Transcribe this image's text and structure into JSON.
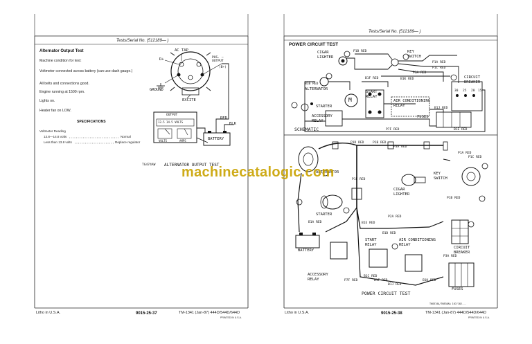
{
  "left_page": {
    "header": "Tests/Serial No. (512189—      )",
    "title": "Alternator Output Test",
    "paragraphs": [
      "Machine condition for test:",
      "Voltmeter connected across battery (can use dash gauge.)",
      "All belts and connections good.",
      "Engine running at 1500 rpm.",
      "Lights on.",
      "Heater fan on LOW."
    ],
    "specs_title": "SPECIFICATIONS",
    "specs_label": "Voltmeter Reading",
    "spec_rows": [
      {
        "range": "13.8—14.8 volts",
        "result": "Normal"
      },
      {
        "range": "Less than 13.8 volts",
        "result": "Replace regulator"
      }
    ],
    "diagram_labels": {
      "ac_tap": "AC TAP",
      "d_plus": "D+",
      "pos_output": "POS. — OUTPUT",
      "b_plus": "(B+)",
      "ground": "GROUND",
      "excite": "EXCITE",
      "output": "OUTPUT",
      "meter_scale": "13.5   14.5 VOLTS",
      "volts": "VOLTS",
      "amps": "AMPS",
      "red": "RED",
      "blk": "BLK",
      "battery": "BATTERY",
      "fig_id": "TG474AW",
      "caption": "ALTERNATOR OUTPUT TEST"
    },
    "footer_left": "Litho in U.S.A.",
    "page_number": "9015-25-37",
    "footer_right": "TM-1341 (Jan-87) 444D/544D/644D",
    "footer_small": "PRINTED IN U.S.A."
  },
  "right_page": {
    "header": "Tests/Serial No. (512189—      )",
    "title": "POWER CIRCUIT TEST",
    "schematic_labels": {
      "cigar_lighter": "CIGAR LIGHTER",
      "key_switch": "KEY SWITCH",
      "p1b_red": "P1B RED",
      "p1a_red": "P1A RED",
      "p1c_red": "P1C RED",
      "p3a_red": "P3A RED",
      "b1k_red": "B1K RED",
      "b1f_red": "B1F RED",
      "b1b_red": "B1B RED",
      "alternator": "ALTERNATOR",
      "start_relay": "START RELAY",
      "circuit_breaker": "CIRCUIT BREAKER",
      "air_relay": "AIR CONDITIONING RELAY",
      "starter": "STARTER",
      "accessory_relay": "ACCESSORY RELAY",
      "fuses": "FUSES",
      "b1j_red": "B1J RED",
      "b1e_red": "B1E RED",
      "p7f_red": "P7F RED",
      "schematic": "SCHEMATIC",
      "m": "M",
      "nums": [
        "30",
        "25",
        "20",
        "15"
      ]
    },
    "harness_labels": {
      "p1d_red": "P1D RED",
      "p1b_red": "P1B RED",
      "p1a_red": "P1A RED",
      "p1c_red": "P1C RED",
      "p3a_red": "P3A RED",
      "p1e_red": "P1E RED",
      "p2a_red": "P2A RED",
      "b1e_red": "B1E RED",
      "b1d_red": "B1D RED",
      "b1a_red": "B1A RED",
      "b1b_red": "B1B RED",
      "b1c_red": "B1C RED",
      "b1f_red": "B1F RED",
      "b1j_red": "B1J RED",
      "b1k_red": "B1K RED",
      "p7f_red": "P7F RED",
      "alternator": "ALTERNATOR",
      "key_switch": "KEY SWITCH",
      "cigar_lighter": "CIGAR LIGHTER",
      "starter": "STARTER",
      "battery": "BATTERY",
      "start_relay": "START RELAY",
      "air_relay": "AIR CONDITIONING RELAY",
      "circuit_breaker": "CIRCUIT BREAKER",
      "accessory_relay": "ACCESSORY RELAY",
      "fuses": "FUSES",
      "caption": "POWER CIRCUIT TEST",
      "fig_id": "T6837AA/T6838AA 107/102..."
    },
    "footer_left": "Litho in U.S.A.",
    "page_number": "9015-25-38",
    "footer_right": "TM-1341 (Jan-87) 444D/544D/644D",
    "footer_small": "PRINTED IN U.S.A."
  },
  "watermark": "machinecatalogic.com"
}
